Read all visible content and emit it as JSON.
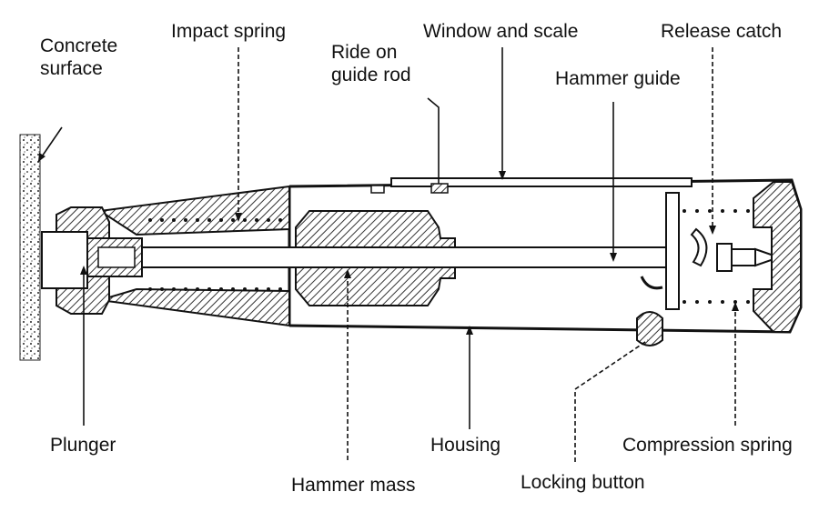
{
  "labels": {
    "concrete_surface": "Concrete\nsurface",
    "impact_spring": "Impact spring",
    "ride_on_guide_rod": "Ride on\nguide rod",
    "window_and_scale": "Window and scale",
    "release_catch": "Release catch",
    "hammer_guide": "Hammer guide",
    "plunger": "Plunger",
    "hammer_mass": "Hammer mass",
    "housing": "Housing",
    "locking_button": "Locking button",
    "compression_spring": "Compression spring"
  },
  "colors": {
    "ink": "#111111",
    "hatch": "#333333",
    "background": "#ffffff"
  }
}
